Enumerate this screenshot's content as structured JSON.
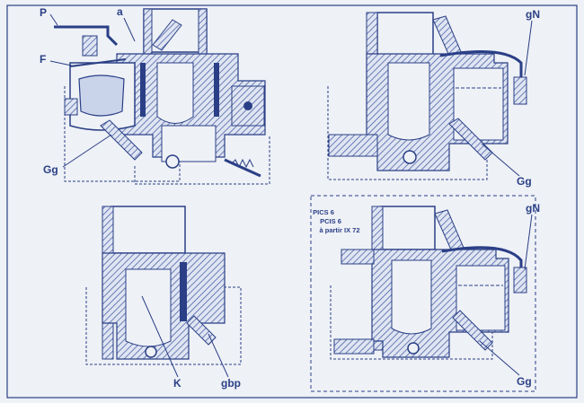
{
  "colors": {
    "ink": "#2a3f86",
    "hatch": "#4f64a6",
    "paper": "#eef1f6",
    "fill": "#c9d3ea"
  },
  "panel_top_left": {
    "labels": {
      "p": "P",
      "a": "a",
      "f": "F",
      "gg": "Gg"
    }
  },
  "panel_top_right": {
    "labels": {
      "gn": "gN",
      "gg": "Gg"
    }
  },
  "panel_bottom_left": {
    "labels": {
      "k": "K",
      "gbp": "gbp"
    }
  },
  "panel_bottom_right": {
    "labels": {
      "note_line1": "PICS 6",
      "note_line2": "PCIS 6",
      "note_line3": "à partir IX 72",
      "gn": "gN",
      "gg": "Gg"
    }
  }
}
